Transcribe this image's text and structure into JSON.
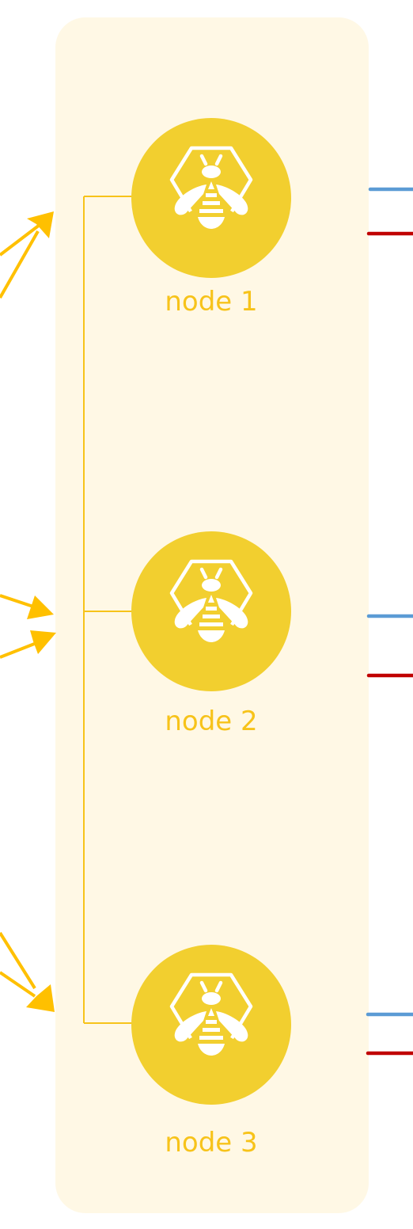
{
  "colors": {
    "cluster_fill": "#FFF8E5",
    "node_fill": "#F2CF2F",
    "label": "#F7C31A",
    "arrow": "#FFC000",
    "connector": "#F7C31A",
    "blue_line": "#5B9BD5",
    "red_line": "#C00000"
  },
  "icon": "bee-in-hexagon-icon",
  "nodes": [
    {
      "label": "node 1"
    },
    {
      "label": "node 2"
    },
    {
      "label": "node 3"
    }
  ]
}
